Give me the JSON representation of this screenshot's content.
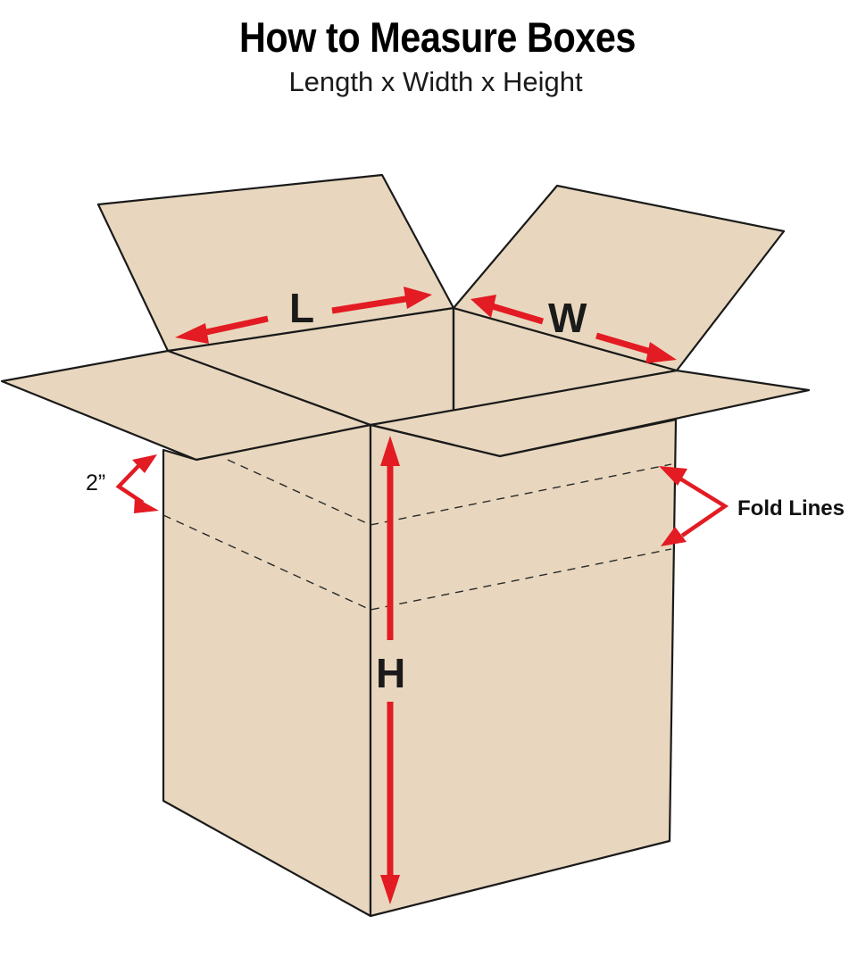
{
  "header": {
    "title": "How to Measure Boxes",
    "subtitle": "Length x Width x Height"
  },
  "labels": {
    "length": "L",
    "width": "W",
    "height": "H",
    "flap_offset": "2”",
    "fold_lines": "Fold Lines"
  },
  "colors": {
    "cardboard_fill": "#e8d7be",
    "outline": "#1a1a1a",
    "arrow": "#e31b23"
  }
}
